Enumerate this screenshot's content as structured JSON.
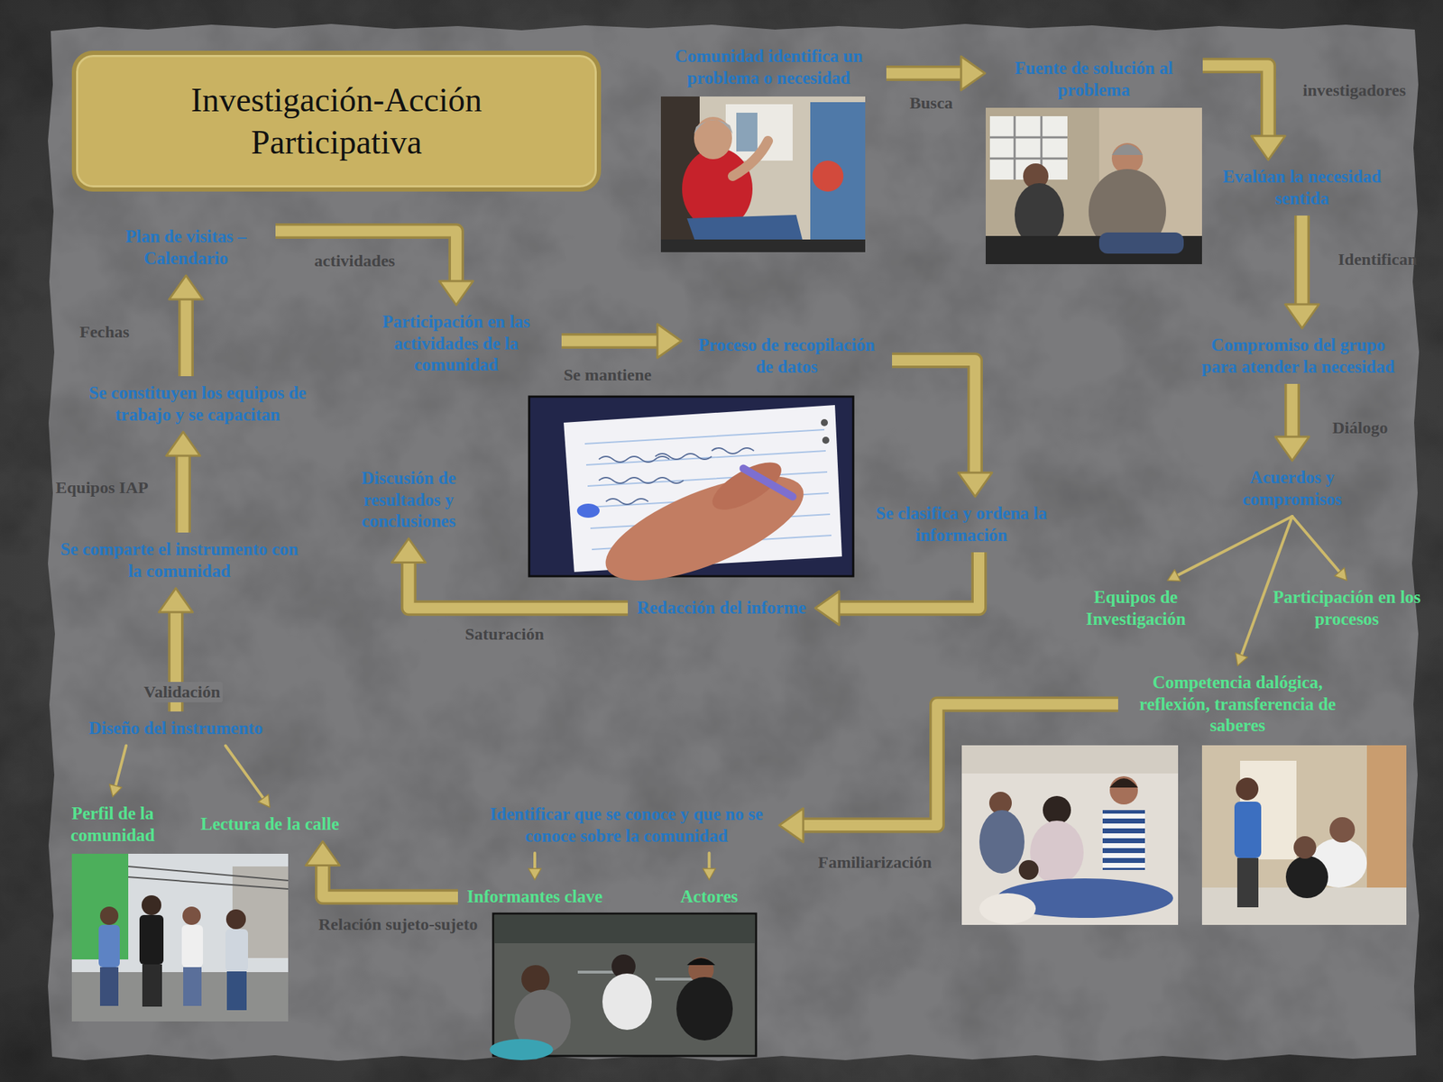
{
  "diagram": {
    "title": "Investigación-Acción Participativa",
    "nodes": [
      {
        "text": [
          "Comunidad identifica un problema o necesidad"
        ]
      },
      {
        "text": [
          "Fuente de solución al problema"
        ]
      },
      {
        "text": [
          "Evalúan la necesidad sentida"
        ]
      },
      {
        "text": [
          "Compromiso del grupo para atender la necesidad"
        ]
      },
      {
        "text": [
          "Acuerdos y compromisos"
        ]
      },
      {
        "text": [
          "Equipos de Investigación"
        ]
      },
      {
        "text": [
          "Participación en los procesos"
        ]
      },
      {
        "text": [
          "Competencia dalógica, reflexión, transferencia de saberes"
        ]
      },
      {
        "text": [
          "Identificar que se conoce y que no se conoce sobre la comunidad"
        ]
      },
      {
        "text": [
          "Informantes clave"
        ]
      },
      {
        "text": [
          "Actores"
        ]
      },
      {
        "text": [
          "Diseño del instrumento"
        ]
      },
      {
        "text": [
          "Perfil de la comunidad"
        ]
      },
      {
        "text": [
          "Lectura de la calle"
        ]
      },
      {
        "text": [
          "Se comparte el instrumento con la comunidad"
        ]
      },
      {
        "text": [
          "Se constituyen los equipos de trabajo y se capacitan"
        ]
      },
      {
        "text": [
          "Plan de visitas – Calendario"
        ]
      },
      {
        "text": [
          "Participación en las actividades de la comunidad"
        ]
      },
      {
        "text": [
          "Proceso de recopilación de datos"
        ]
      },
      {
        "text": [
          "Se clasifica y ordena la información"
        ]
      },
      {
        "text": [
          "Redacción del informe"
        ]
      },
      {
        "text": [
          "Discusión de resultados y conclusiones"
        ]
      }
    ],
    "edges": [
      {
        "from": 0,
        "to": 1,
        "label": "Busca",
        "arrow": "to"
      },
      {
        "from": 1,
        "to": 2,
        "label": "investigadores",
        "arrow": "to"
      },
      {
        "from": 2,
        "to": 3,
        "label": "Identifican",
        "arrow": "to"
      },
      {
        "from": 3,
        "to": 4,
        "label": "Diálogo",
        "arrow": "to"
      },
      {
        "from": 4,
        "to": 5,
        "arrow": "to"
      },
      {
        "from": 4,
        "to": 6,
        "arrow": "to"
      },
      {
        "from": 4,
        "to": 7,
        "arrow": "to"
      },
      {
        "from": 7,
        "to": 8,
        "label": "Familiarización",
        "arrow": "to"
      },
      {
        "from": 8,
        "to": 9,
        "arrow": "to"
      },
      {
        "from": 8,
        "to": 10,
        "arrow": "to"
      },
      {
        "from": 9,
        "to": 13,
        "label": "Relación sujeto-sujeto",
        "arrow": "to"
      },
      {
        "from": 11,
        "to": 12,
        "arrow": "to"
      },
      {
        "from": 11,
        "to": 13,
        "arrow": "to"
      },
      {
        "from": 11,
        "to": 14,
        "label": "Validación",
        "arrow": "to"
      },
      {
        "from": 14,
        "to": 15,
        "label": "Equipos IAP",
        "arrow": "to"
      },
      {
        "from": 15,
        "to": 16,
        "label": "Fechas",
        "arrow": "to"
      },
      {
        "from": 16,
        "to": 17,
        "label": "actividades",
        "arrow": "to"
      },
      {
        "from": 17,
        "to": 18,
        "label": "Se mantiene",
        "arrow": "to"
      },
      {
        "from": 18,
        "to": 19,
        "arrow": "to"
      },
      {
        "from": 19,
        "to": 20,
        "arrow": "to"
      },
      {
        "from": 20,
        "to": 21,
        "label": "Saturación",
        "arrow": "to"
      }
    ]
  }
}
